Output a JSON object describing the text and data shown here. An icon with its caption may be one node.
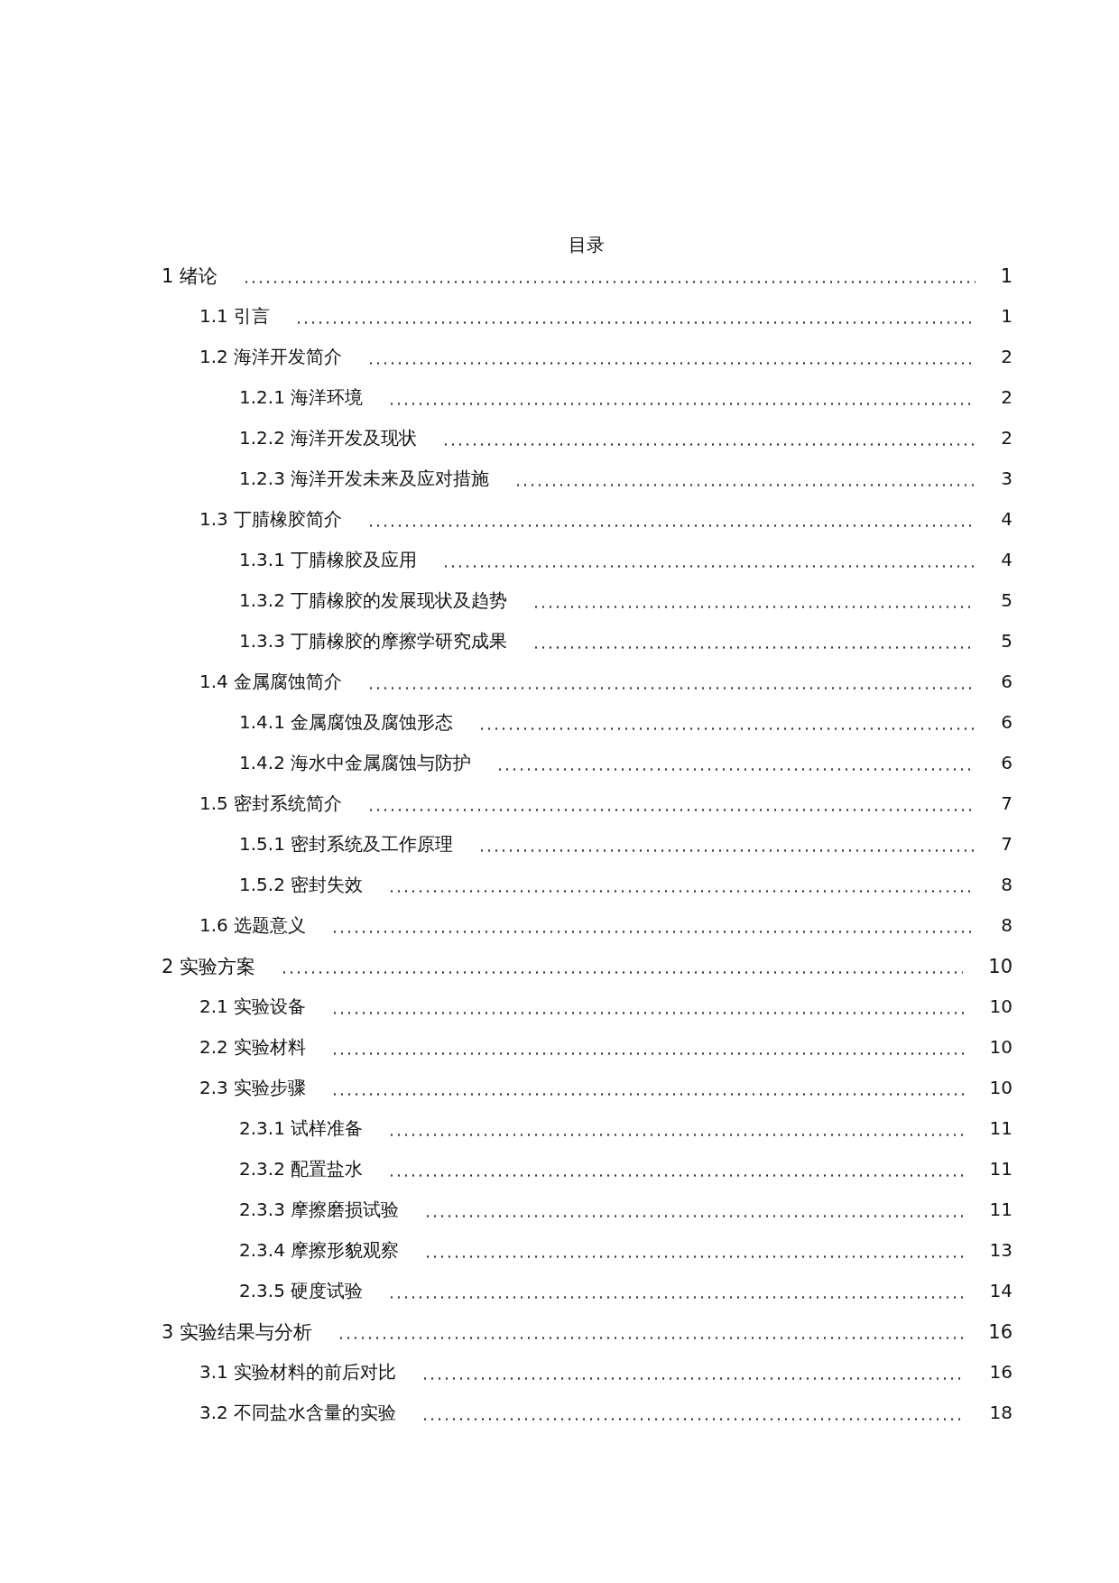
{
  "diagram": {
    "title": "目录",
    "labels": [
      "1 绪论",
      "1",
      "1.1 引言",
      "1",
      "1.2 海洋开发简介",
      "2",
      "1.2.1 海洋环境",
      "2",
      "1.2.2 海洋开发及现状",
      "2",
      "1.2.3 海洋开发未来及应对措施",
      "3",
      "1.3 丁腈橡胶简介",
      "4",
      "1.3.1 丁腈橡胶及应用",
      "4",
      "1.3.2 丁腈橡胶的发展现状及趋势",
      "5",
      "1.3.3 丁腈橡胶的摩擦学研究成果",
      "5",
      "1.4 金属腐蚀简介",
      "6",
      "1.4.1 金属腐蚀及腐蚀形态",
      "6",
      "1.4.2 海水中金属腐蚀与防护",
      "6",
      "1.5 密封系统简介",
      "7",
      "1.5.1 密封系统及工作原理",
      "7",
      "1.5.2 密封失效",
      "8",
      "1.6 选题意义",
      "8",
      "2 实验方案",
      "10",
      "2.1 实验设备",
      "10",
      "2.2 实验材料",
      "10",
      "2.3 实验步骤",
      "10",
      "2.3.1 试样准备",
      "11",
      "2.3.2 配置盐水",
      "11",
      "2.3.3 摩擦磨损试验",
      "11",
      "2.3.4 摩擦形貌观察",
      "13",
      "2.3.5 硬度试验",
      "14",
      "3 实验结果与分析",
      "16",
      "3.1 实验材料的前后对比",
      "16",
      "3.2 不同盐水含量的实验",
      "18"
    ]
  }
}
